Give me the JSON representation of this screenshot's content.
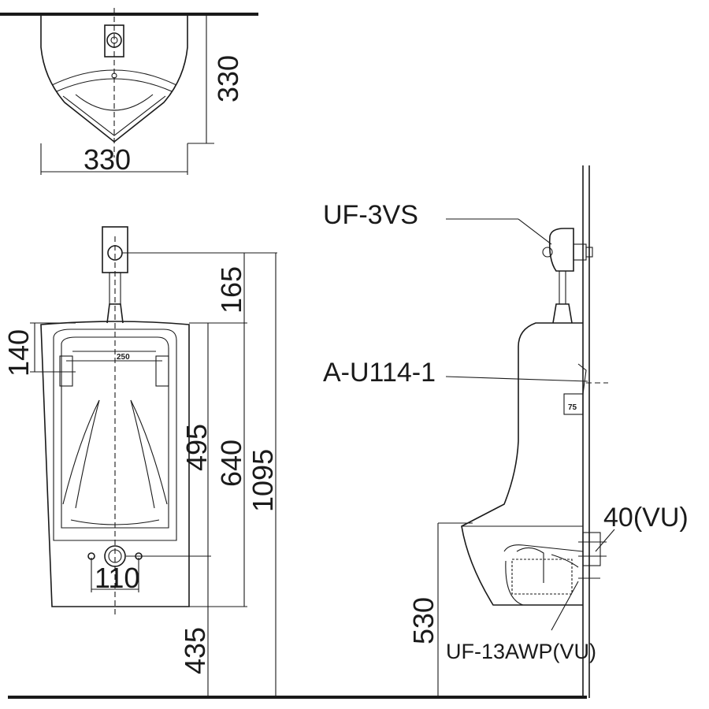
{
  "dimensions": {
    "top_depth": "330",
    "top_width": "330",
    "flush_valve_height": "165",
    "bracket_spacing": "140",
    "body_upper": "495",
    "body_height": "640",
    "total_height": "1095",
    "outlet_spacing": "110",
    "floor_to_outlet": "435",
    "trap_height": "530",
    "bracket_inner": "250",
    "bracket_depth": "75"
  },
  "parts": {
    "flush_valve": "UF-3VS",
    "hanger": "A-U114-1",
    "outlet_size": "40(VU)",
    "trap": "UF-13AWP(VU)"
  }
}
